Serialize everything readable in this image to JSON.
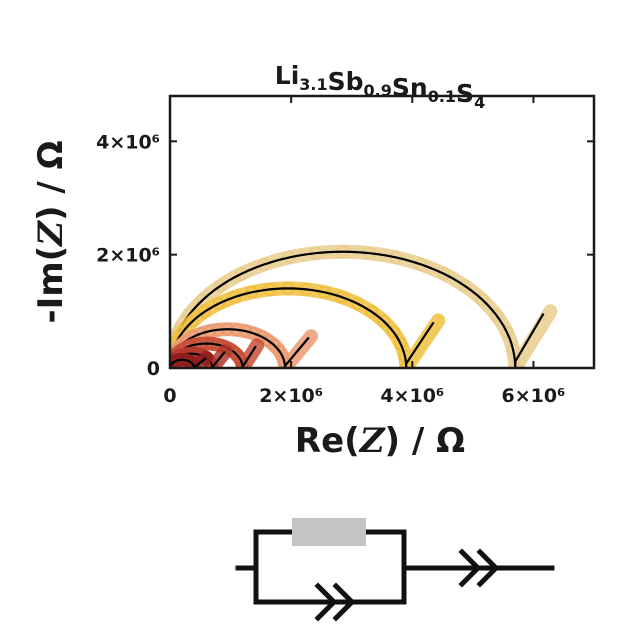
{
  "chart_data": {
    "type": "scatter",
    "title": {
      "base": "Li",
      "parts": [
        {
          "main": "Li",
          "sub": "3.1"
        },
        {
          "main": "Sb",
          "sub": "0.9"
        },
        {
          "main": "Sn",
          "sub": "0.1"
        },
        {
          "main": "S",
          "sub": "4"
        }
      ]
    },
    "xlabel": {
      "pre": "Re(",
      "italic": "Z",
      "post": ") / Ω"
    },
    "ylabel": {
      "pre": "-Im(",
      "italic": "Z",
      "post": ") / Ω"
    },
    "xlim": [
      0,
      7000000
    ],
    "ylim": [
      0,
      4800000
    ],
    "x_ticks": [
      {
        "value": 0,
        "label": "0"
      },
      {
        "value": 2000000,
        "label": "2×10⁶"
      },
      {
        "value": 4000000,
        "label": "4×10⁶"
      },
      {
        "value": 6000000,
        "label": "6×10⁶"
      }
    ],
    "y_ticks": [
      {
        "value": 0,
        "label": "0"
      },
      {
        "value": 2000000,
        "label": "2×10⁶"
      },
      {
        "value": 4000000,
        "label": "4×10⁶"
      }
    ],
    "series": [
      {
        "color": "#e8cd8c",
        "R": 5700000,
        "tail_end": [
          6280000,
          1000000
        ]
      },
      {
        "color": "#f0bf3e",
        "R": 3900000,
        "tail_end": [
          4430000,
          840000
        ]
      },
      {
        "color": "#ec9a72",
        "R": 1900000,
        "tail_end": [
          2330000,
          560000
        ]
      },
      {
        "color": "#c8503a",
        "R": 1200000,
        "tail_end": [
          1440000,
          400000
        ]
      },
      {
        "color": "#b23a2c",
        "R": 700000,
        "tail_end": [
          920000,
          300000
        ]
      },
      {
        "color": "#8f1e1e",
        "R": 400000,
        "tail_end": [
          600000,
          180000
        ]
      }
    ],
    "fit_line_color": "#000000",
    "grid": false
  },
  "circuit": {
    "elements": [
      "resistor",
      "CPE (parallel)",
      "CPE (series)"
    ],
    "resistor_color": "#c4c4c4"
  }
}
